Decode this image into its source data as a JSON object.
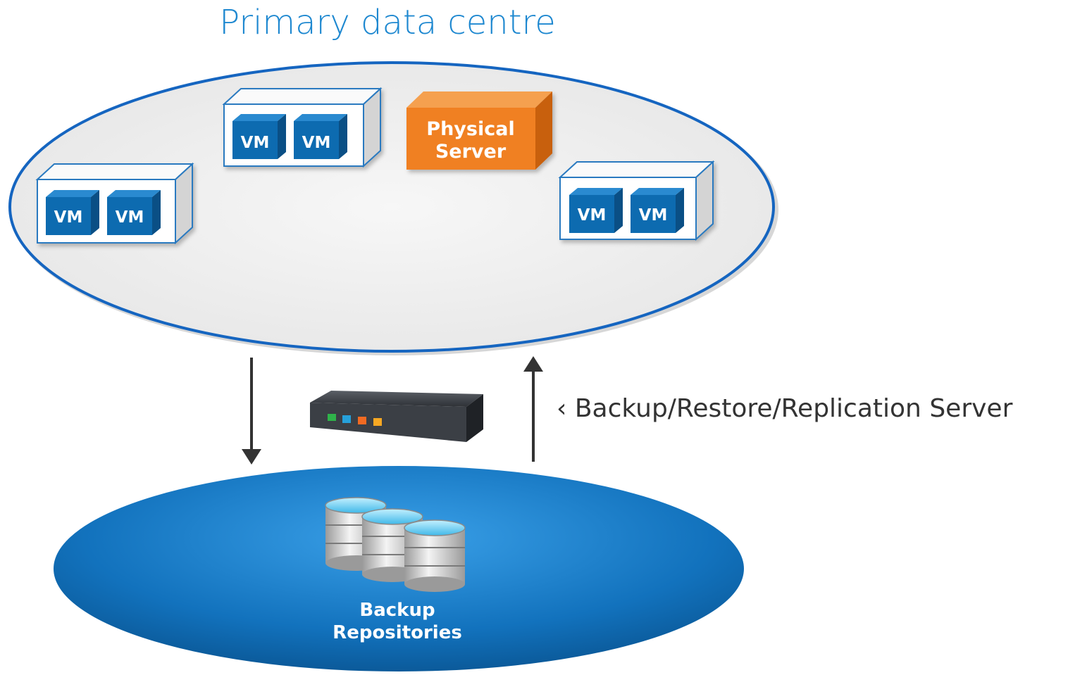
{
  "title": "Primary data centre",
  "vm_label": "VM",
  "physical_server": {
    "line1": "Physical",
    "line2": "Server"
  },
  "backup_server_label": "‹ Backup/Restore/Replication Server",
  "repositories": {
    "line1": "Backup",
    "line2": "Repositories"
  },
  "colors": {
    "title": "#1e88d0",
    "ellipse_outline": "#1565c0",
    "ellipse_fill": "#f0f0f0",
    "vm_front": "#0d6bb0",
    "vm_top": "#2a8ad0",
    "vm_side": "#0a4f85",
    "physical_front": "#f08020",
    "physical_top": "#f5a050",
    "physical_side": "#c86010",
    "repo_fill": "#1a7cc4",
    "arrow": "#333333",
    "server_label": "#333333"
  },
  "icons": [
    "vm-host-icon",
    "physical-server-icon",
    "network-appliance-icon",
    "database-stack-icon",
    "arrow-down-icon",
    "arrow-up-icon"
  ]
}
